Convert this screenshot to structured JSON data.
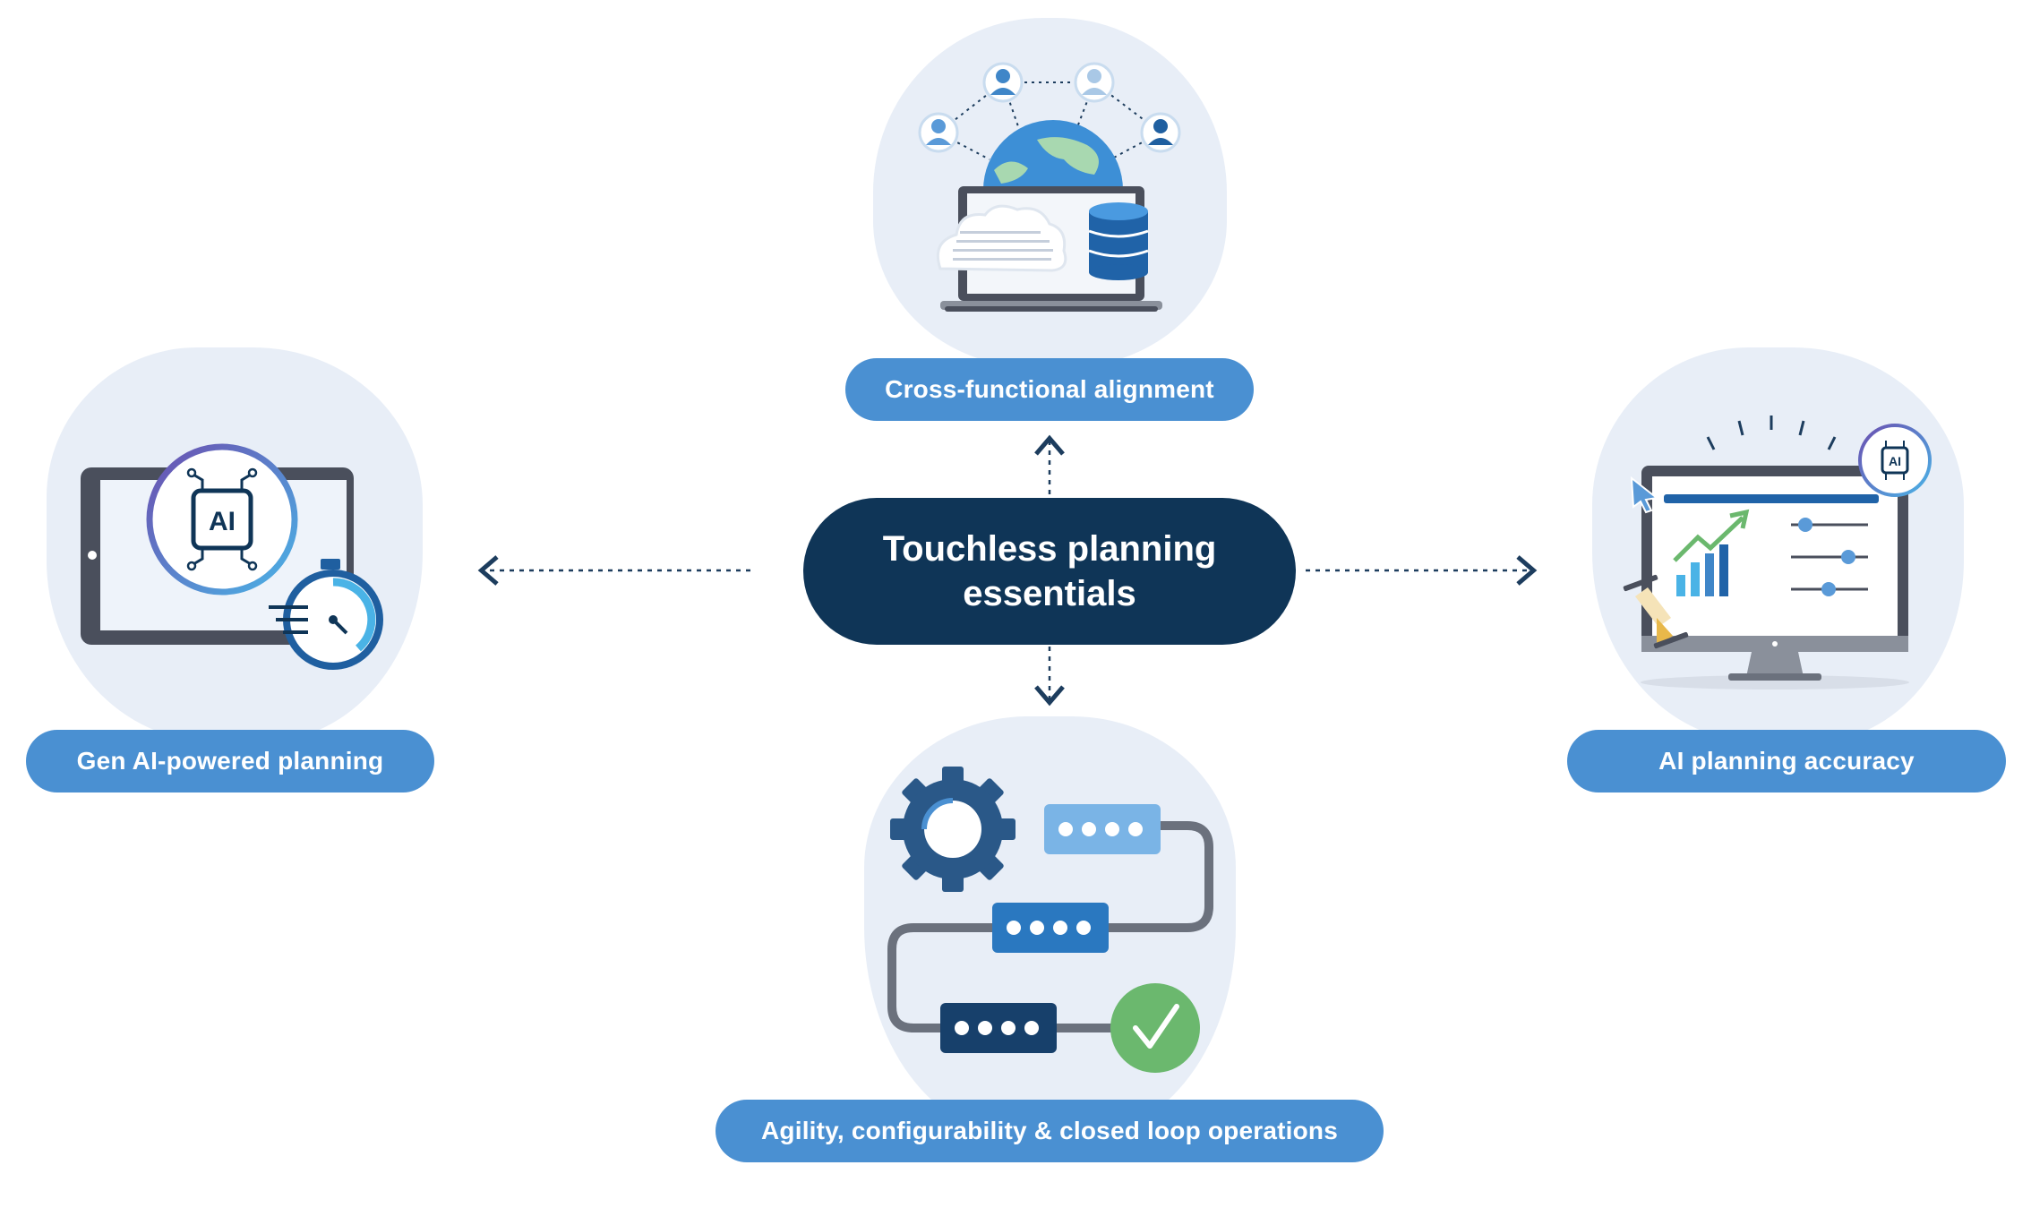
{
  "center": {
    "title_line1": "Touchless planning",
    "title_line2": "essentials"
  },
  "nodes": {
    "top": {
      "label": "Cross-functional alignment"
    },
    "left": {
      "label": "Gen AI-powered planning"
    },
    "right": {
      "label": "AI planning accuracy"
    },
    "bottom": {
      "label": "Agility, configurability & closed loop operations"
    }
  },
  "badges": {
    "ai_large": "AI",
    "ai_small": "AI"
  },
  "colors": {
    "center_fill": "#0f3557",
    "pill_fill": "#4a90d2",
    "blob_fill": "#e8eef7",
    "accent_green": "#6bb86e",
    "accent_purple": "#6c4fb0"
  }
}
